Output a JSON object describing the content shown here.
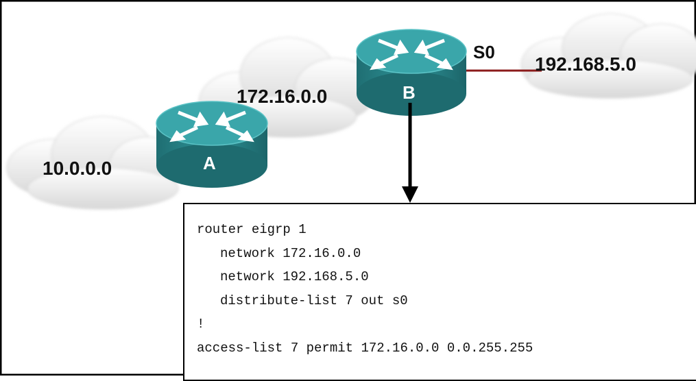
{
  "networks": {
    "left": "10.0.0.0",
    "middle": "172.16.0.0",
    "right": "192.168.5.0"
  },
  "routers": {
    "a": "A",
    "b": "B"
  },
  "interface": "S0",
  "colors": {
    "router_body": "#2e8f93",
    "router_top": "#3aa6aa",
    "serial_link": "#8b1a1a",
    "cloud": "#eeeeee",
    "frame": "#000000"
  },
  "config": {
    "line1": "router eigrp 1",
    "line2": "network 172.16.0.0",
    "line3": "network 192.168.5.0",
    "line4": "distribute-list 7 out s0",
    "line5": "!",
    "line6": "access-list 7 permit 172.16.0.0 0.0.255.255"
  }
}
